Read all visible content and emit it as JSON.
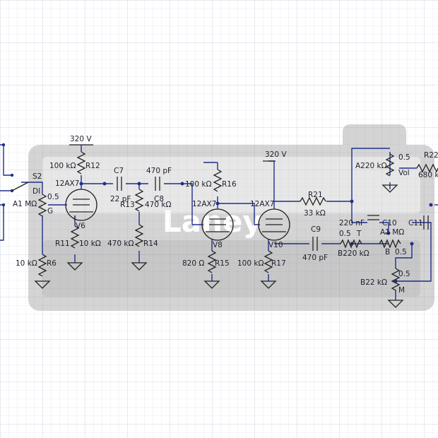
{
  "colors": {
    "grid_minor": "#e3e6ef",
    "grid_major": "#cfd4e2",
    "wire": "#1f2f8c",
    "component": "#222222",
    "watermark": "#b8b8b8"
  },
  "watermark": {
    "text": "Laney"
  },
  "labels": {
    "l320a": "320 V",
    "l320b": "320 V",
    "lR12": "100 kΩ",
    "nR12": "R12",
    "nC7": "C7",
    "v470pf_top": "470 pF",
    "nS2": "S2",
    "nDI": "DI",
    "v05a": "0.5",
    "nG": "G",
    "nA1": "A1 MΩ",
    "n12ax7a": "12AX7",
    "n12ax7b": "12AX7",
    "n12ax7c": "12AX7",
    "v22pf": "22 pF",
    "nR13": "R13",
    "nC8": "C8",
    "v470k_c8": "470 kΩ",
    "v100k_r16": "100 kΩ",
    "nR16": "R16",
    "nV6": "V6",
    "nV8": "V8",
    "nV10": "V10",
    "nR11": "R11",
    "v10k_r11": "10 kΩ",
    "v470k_r14": "470 kΩ",
    "nR14": "R14",
    "v10k_r6": "10 kΩ",
    "nR6": "R6",
    "v820": "820 Ω",
    "nR15": "R15",
    "v100k_r17": "100 kΩ",
    "nR17": "R17",
    "nR21": "R21",
    "v33k": "33 kΩ",
    "nC9": "C9",
    "v470pf_c9": "470 pF",
    "vA220": "A220 kΩ",
    "v05_vol": "0.5",
    "nVol": "Vol",
    "nR22": "R22",
    "v680": "680 k",
    "v220nf": "220 nF",
    "nC10": "C10",
    "nC11": "C11",
    "v05_bass": "0.5",
    "nT": "T",
    "vA1_mid": "A1 MΩ",
    "vB220": "B220 kΩ",
    "nB": "B",
    "v05_b": "0.5",
    "v05_m": "0.5",
    "vB22": "B22 kΩ",
    "nM": "M"
  }
}
